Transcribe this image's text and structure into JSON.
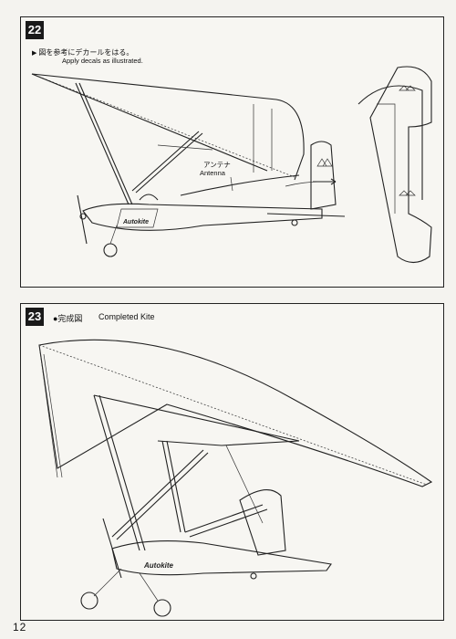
{
  "step22": {
    "number": "22",
    "instruction_ja": "図を参考にデカールをはる。",
    "instruction_en": "Apply decals as illustrated.",
    "antenna_label_ja": "アンテナ",
    "antenna_label_en": "Antenna"
  },
  "step23": {
    "number": "23",
    "title_ja": "●完成図",
    "title_en": "Completed Kite"
  },
  "page_number": "12"
}
